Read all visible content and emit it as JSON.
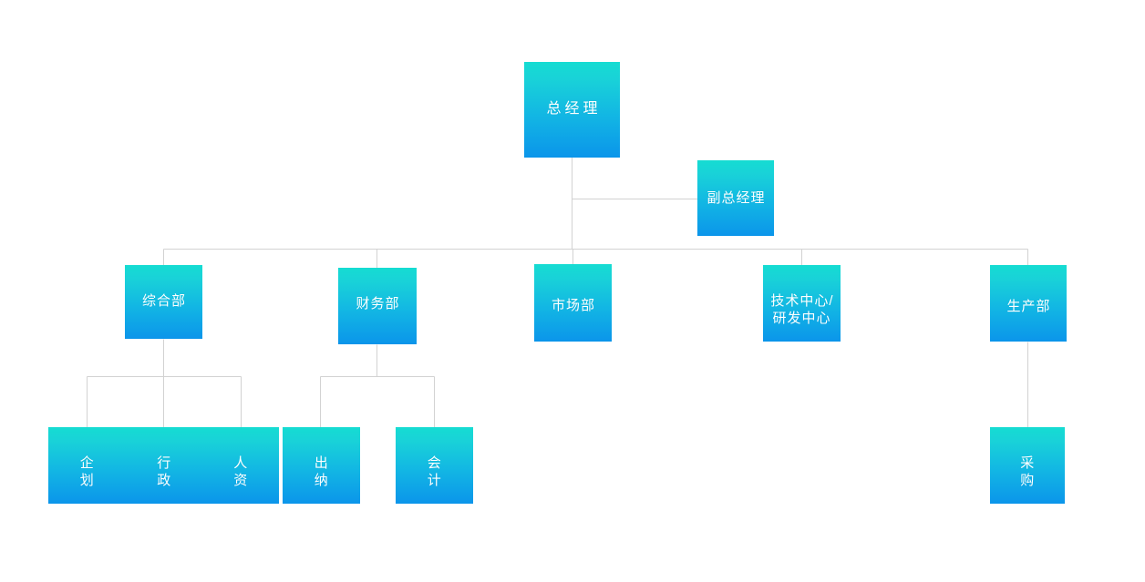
{
  "chart_data": {
    "type": "diagram",
    "title": "",
    "diagram_kind": "organization-chart",
    "orientation": "top-down",
    "palette": {
      "node_gradient_top": "#15dcd2",
      "node_gradient_bottom": "#0b95ea",
      "node_text": "#ffffff",
      "connector_line": "#d2d2d2",
      "background": "#ffffff"
    },
    "nodes": [
      {
        "id": "gm",
        "label": "总经理",
        "level": 1,
        "parent": null
      },
      {
        "id": "dgm",
        "label": "副总经理",
        "level": 2,
        "parent": "gm"
      },
      {
        "id": "general",
        "label": "综合部",
        "level": 2,
        "parent": "gm"
      },
      {
        "id": "finance",
        "label": "财务部",
        "level": 2,
        "parent": "gm"
      },
      {
        "id": "market",
        "label": "市场部",
        "level": 2,
        "parent": "gm"
      },
      {
        "id": "tech",
        "label": "技术中心/\n研发中心",
        "level": 2,
        "parent": "gm"
      },
      {
        "id": "product",
        "label": "生产部",
        "level": 2,
        "parent": "gm"
      },
      {
        "id": "planning",
        "label": "企\n划",
        "level": 3,
        "parent": "general"
      },
      {
        "id": "admin",
        "label": "行\n政",
        "level": 3,
        "parent": "general"
      },
      {
        "id": "hr",
        "label": "人\n资",
        "level": 3,
        "parent": "general"
      },
      {
        "id": "cashier",
        "label": "出\n纳",
        "level": 3,
        "parent": "finance"
      },
      {
        "id": "accounting",
        "label": "会\n计",
        "level": 3,
        "parent": "finance"
      },
      {
        "id": "purchase",
        "label": "采\n购",
        "level": 3,
        "parent": "product"
      }
    ],
    "edges": [
      {
        "from": "gm",
        "to": "dgm"
      },
      {
        "from": "gm",
        "to": "general"
      },
      {
        "from": "gm",
        "to": "finance"
      },
      {
        "from": "gm",
        "to": "market"
      },
      {
        "from": "gm",
        "to": "tech"
      },
      {
        "from": "gm",
        "to": "product"
      },
      {
        "from": "general",
        "to": "planning"
      },
      {
        "from": "general",
        "to": "admin"
      },
      {
        "from": "general",
        "to": "hr"
      },
      {
        "from": "finance",
        "to": "cashier"
      },
      {
        "from": "finance",
        "to": "accounting"
      },
      {
        "from": "product",
        "to": "purchase"
      }
    ]
  },
  "nodes": {
    "gm": "总经理",
    "dgm": "副总经理",
    "general": "综合部",
    "finance": "财务部",
    "market": "市场部",
    "tech": "技术中心/\n研发中心",
    "product": "生产部",
    "planning": "企\n划",
    "admin": "行\n政",
    "hr": "人\n资",
    "cashier": "出\n纳",
    "accounting": "会\n计",
    "purchase": "采\n购"
  }
}
